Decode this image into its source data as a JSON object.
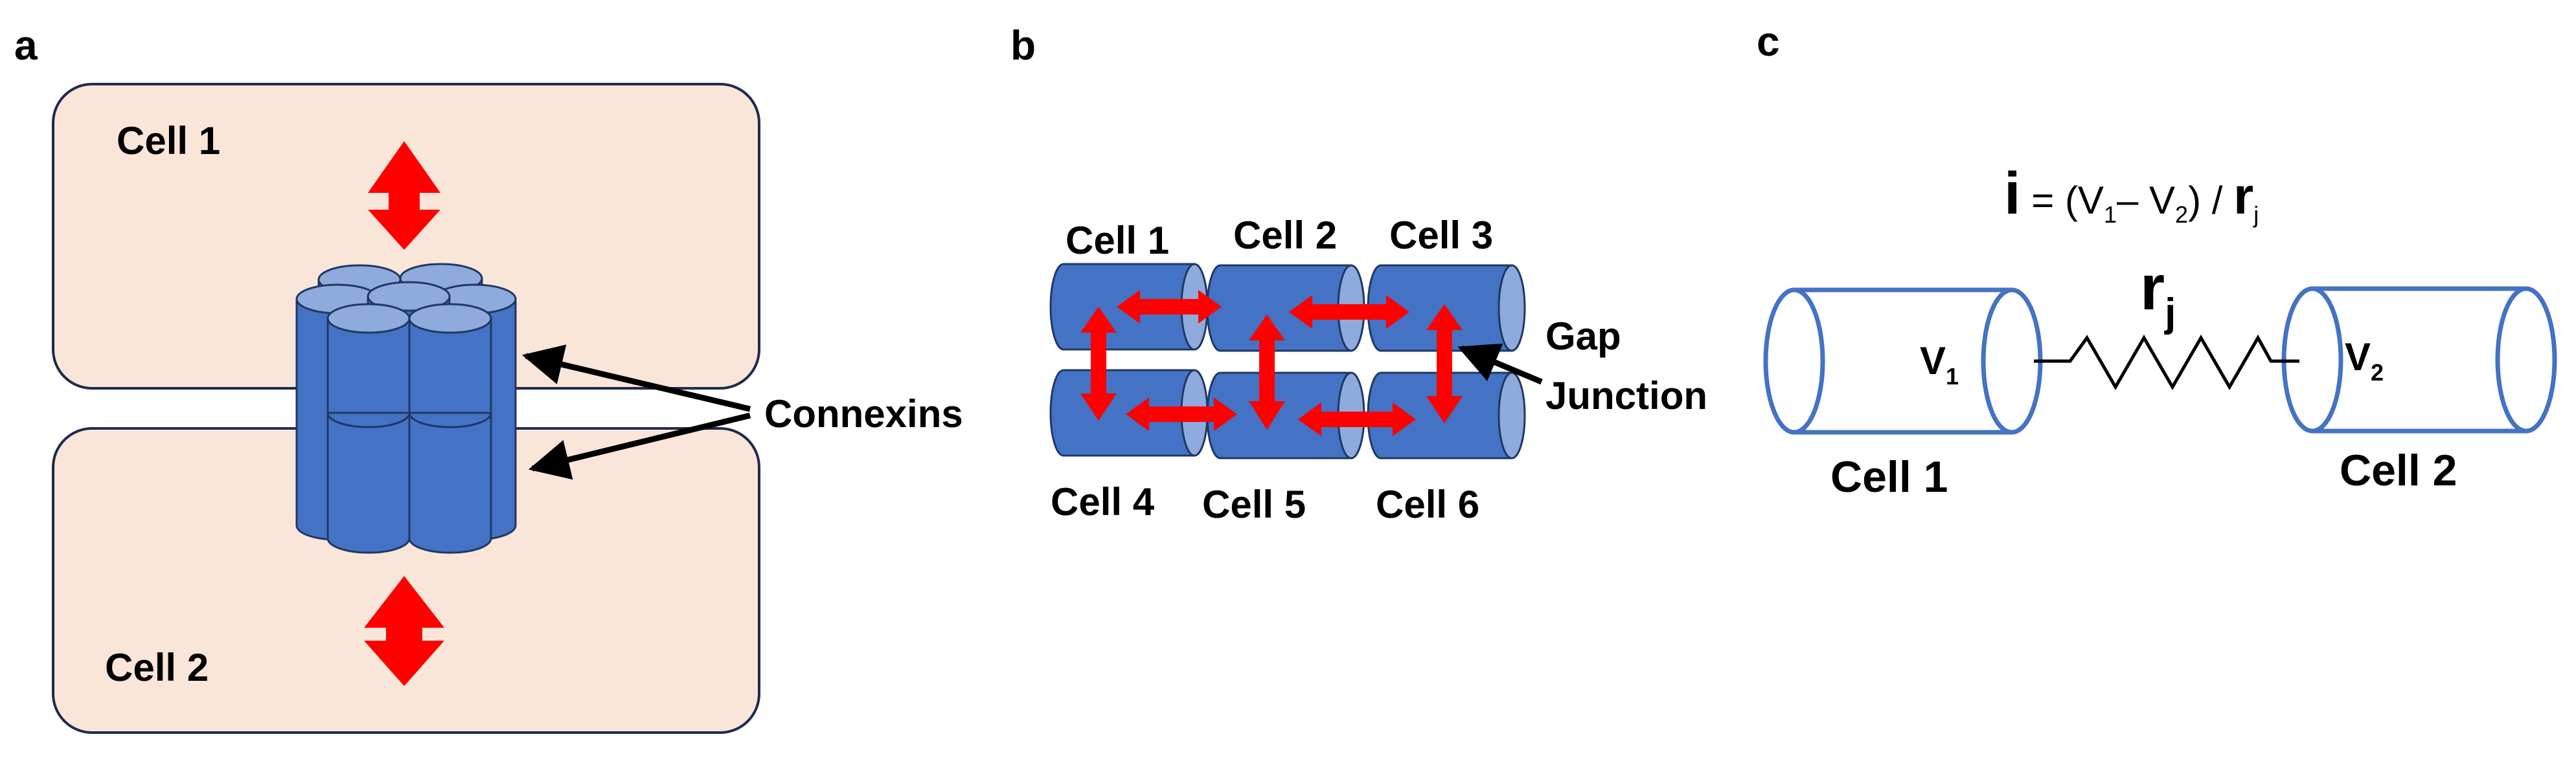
{
  "panel_a": {
    "letter": "a",
    "cell_top_label": "Cell 1",
    "cell_bottom_label": "Cell 2",
    "connexins_label": "Connexins"
  },
  "panel_b": {
    "letter": "b",
    "cells_top": [
      "Cell 1",
      "Cell 2",
      "Cell 3"
    ],
    "cells_bottom": [
      "Cell 4",
      "Cell 5",
      "Cell 6"
    ],
    "gap_label_line1": "Gap",
    "gap_label_line2": "Junction"
  },
  "panel_c": {
    "letter": "c",
    "eq_i": "i",
    "eq_eq": " = (V",
    "eq_sub1": "1",
    "eq_minus": "– V",
    "eq_sub2": "2",
    "eq_close": ") / ",
    "eq_r": "r",
    "eq_subj": "j",
    "resistor_r": "r",
    "resistor_sub": "j",
    "v1": "V",
    "v1_sub": "1",
    "v2": "V",
    "v2_sub": "2",
    "cell_left_label": "Cell 1",
    "cell_right_label": "Cell 2"
  },
  "colors": {
    "cell_fill": "#fae5d9",
    "cell_stroke": "#1f2a4d",
    "cylinder_fill": "#4472c4",
    "cylinder_cap": "#8faadc",
    "cylinder_stroke": "#1f3864",
    "arrow_red": "#ff0000",
    "wire_blue": "#4472c4"
  }
}
